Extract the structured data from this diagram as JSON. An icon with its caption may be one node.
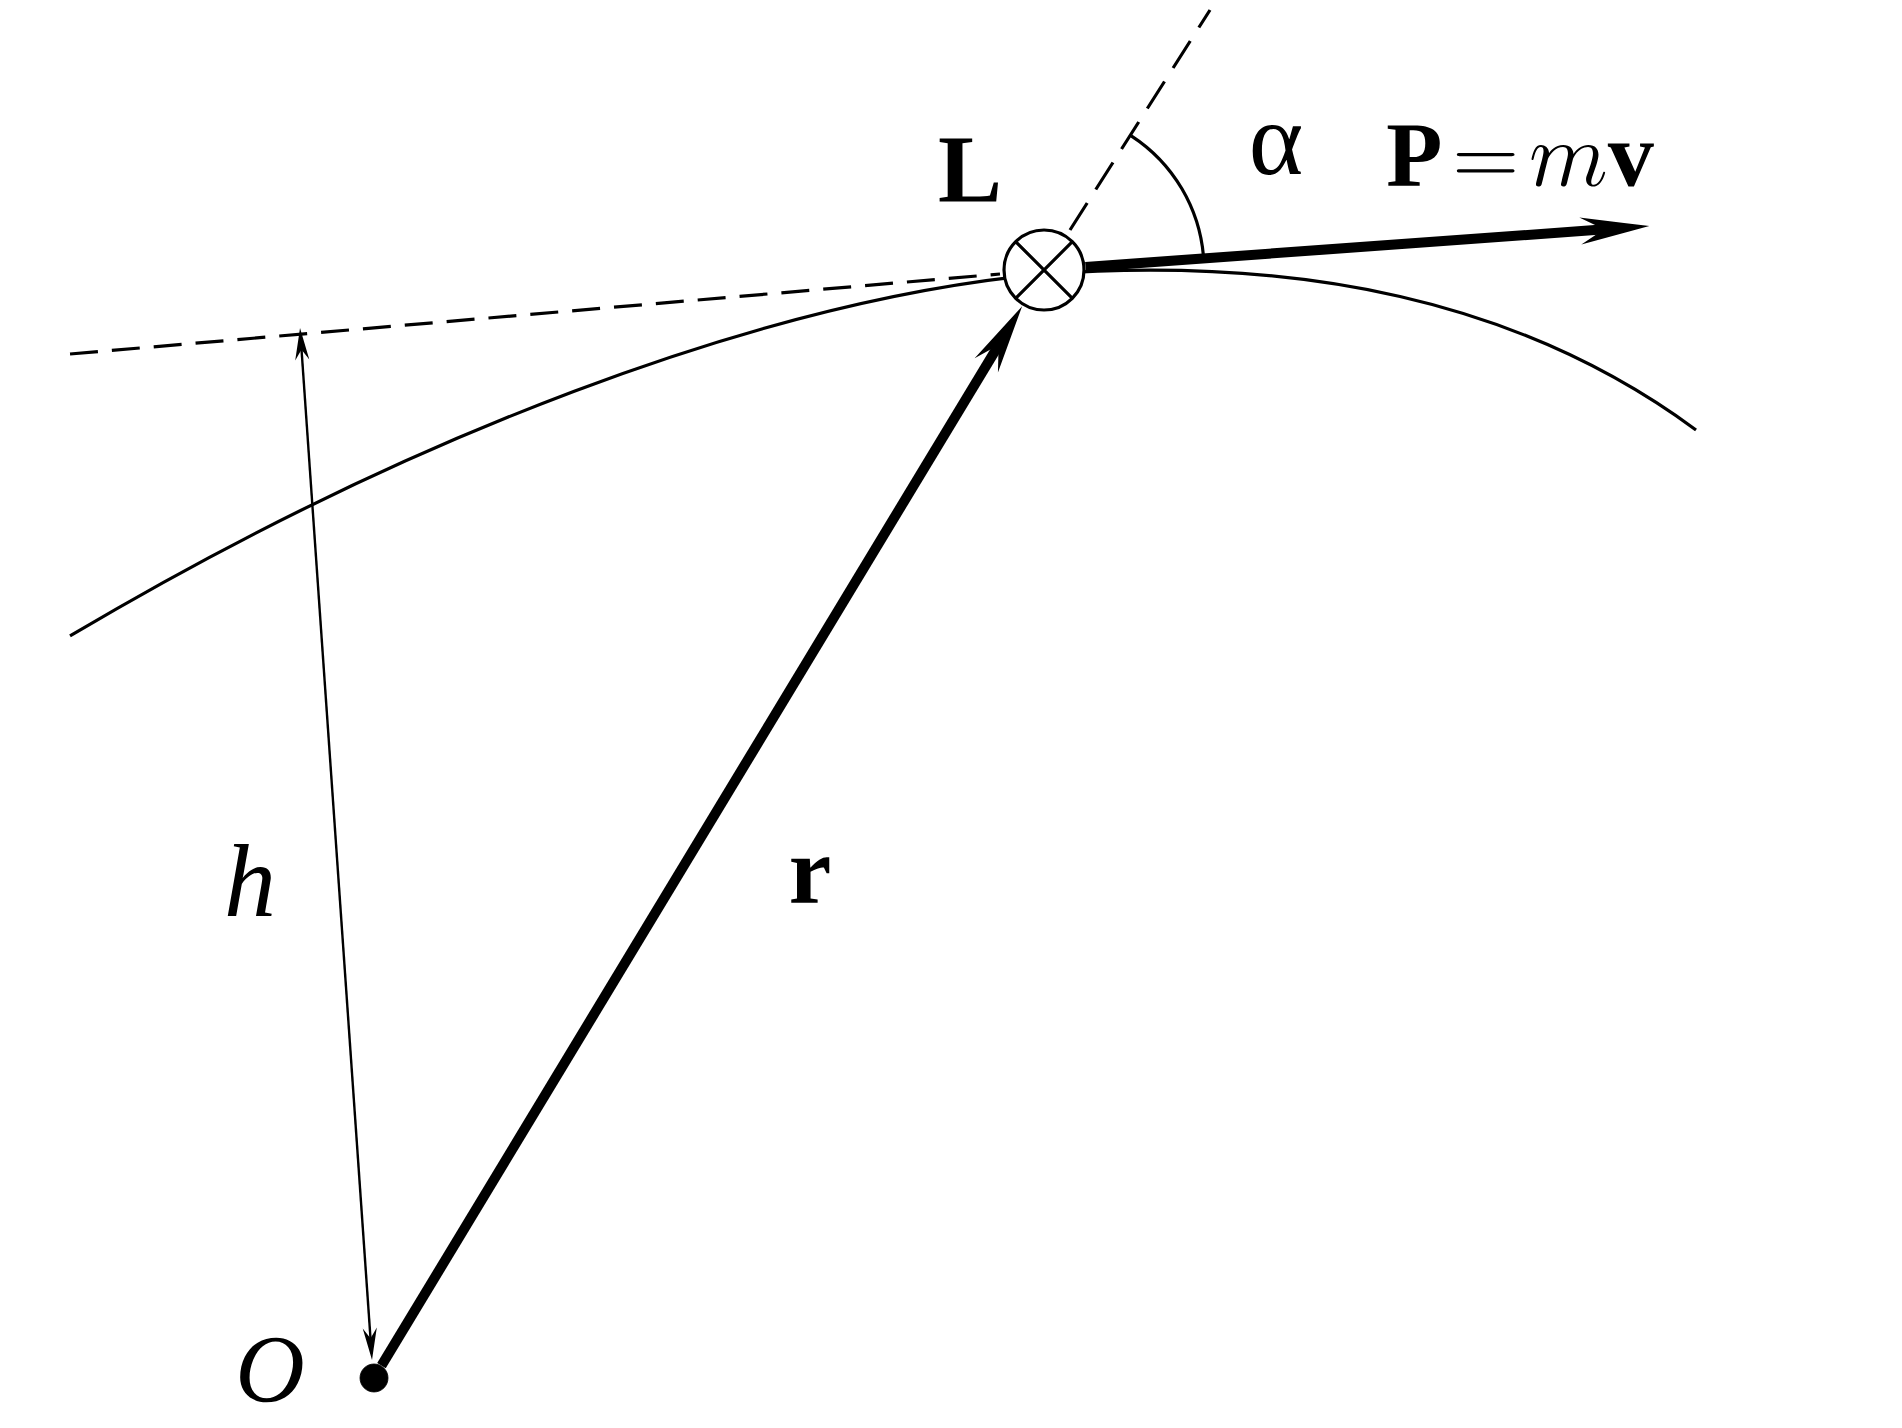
{
  "diagram": {
    "nodes": [
      {
        "text": [],
        "shape": "circle",
        "beside": [
          "O"
        ]
      },
      {
        "text": [],
        "shape": "circle",
        "beside": [
          "L"
        ]
      }
    ],
    "edges": [
      {
        "from": 0,
        "to": 1,
        "arrow": "to",
        "label": "r"
      },
      {
        "from": 1,
        "to": null,
        "arrow": "to",
        "label": "\\mathbf{P}\\!=\\!m\\mathbf{v}"
      }
    ],
    "labels": [
      "α",
      "h"
    ]
  }
}
